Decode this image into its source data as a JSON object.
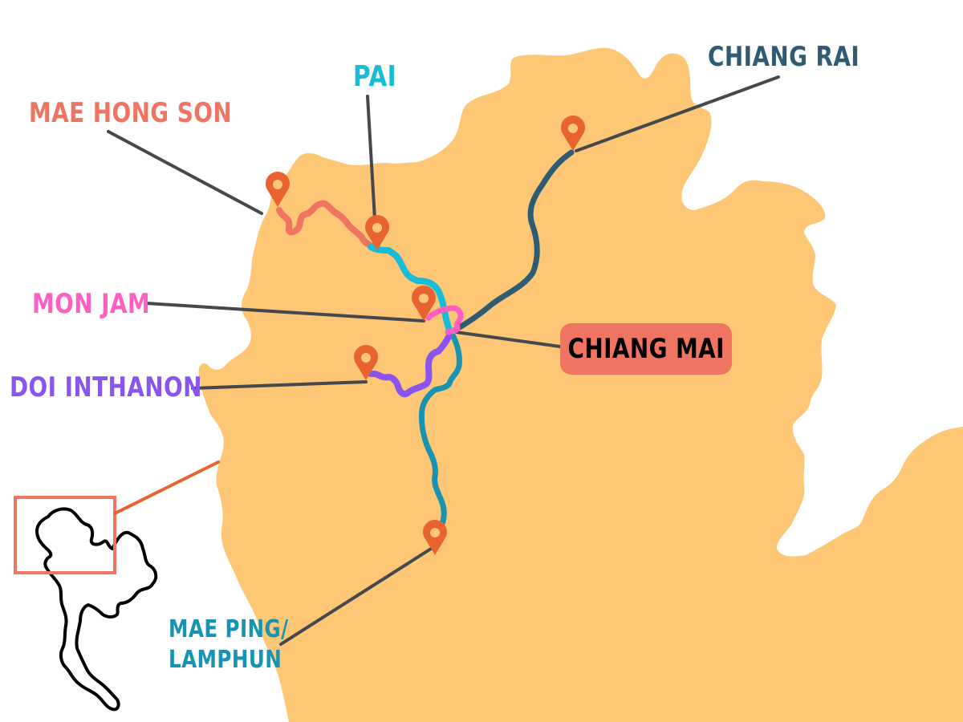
{
  "map": {
    "background_color": "#ffffff",
    "land_color": "#fdc775",
    "leader_line_color": "#45484d",
    "pin_color": "#e96330",
    "pin_hole_color": "#fdc775"
  },
  "locations": [
    {
      "id": "mae-hong-son",
      "label": "MAE HONG SON",
      "color": "#ef7461"
    },
    {
      "id": "pai",
      "label": "PAI",
      "color": "#17bcd9"
    },
    {
      "id": "chiang-rai",
      "label": "CHIANG RAI",
      "color": "#2f5c73"
    },
    {
      "id": "mon-jam",
      "label": "MON JAM",
      "color": "#ff5fc3"
    },
    {
      "id": "doi-inthanon",
      "label": "DOI INTHANON",
      "color": "#8a54f0"
    },
    {
      "id": "chiang-mai",
      "label": "CHIANG MAI",
      "color": "#000000",
      "box_color": "#ef7461"
    },
    {
      "id": "mae-ping-lamphun",
      "label_line1": "MAE PING/",
      "label_line2": "LAMPHUN",
      "color": "#1993b2"
    }
  ],
  "routes": [
    {
      "name": "Chiang Mai to Mae Hong Son (via Pai)",
      "color": "#ef7461"
    },
    {
      "name": "Chiang Mai to Pai",
      "color": "#17bcd9"
    },
    {
      "name": "Chiang Mai to Chiang Rai",
      "color": "#2f5c73"
    },
    {
      "name": "Chiang Mai to Mon Jam",
      "color": "#ff5fc3"
    },
    {
      "name": "Chiang Mai to Doi Inthanon",
      "color": "#8a54f0"
    },
    {
      "name": "Chiang Mai to Mae Ping / Lamphun",
      "color": "#1993b2"
    }
  ],
  "inset": {
    "outline_color": "#000000",
    "highlight_box_color": "#ef7461",
    "connector_color": "#e96330"
  }
}
